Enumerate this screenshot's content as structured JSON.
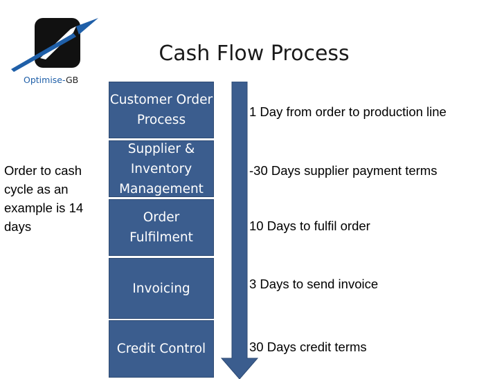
{
  "logo": {
    "prefix": "Optimise-",
    "suffix": "GB"
  },
  "title": "Cash Flow Process",
  "steps": [
    {
      "label": "Customer Order Process"
    },
    {
      "label": "Supplier & Inventory Management"
    },
    {
      "label": "Order Fulfilment"
    },
    {
      "label": "Invoicing"
    },
    {
      "label": "Credit Control"
    }
  ],
  "descriptions": [
    "1 Day from order to production line",
    "-30 Days supplier payment terms",
    "10 Days to fulfil order",
    "3 Days to send invoice",
    "30 Days credit terms"
  ],
  "side_note": "Order to cash cycle as an example is 14 days",
  "colors": {
    "box": "#3b5d8e",
    "arrow": "#3b5d8e",
    "logo_dark": "#111111",
    "logo_accent": "#1f5fa8"
  }
}
